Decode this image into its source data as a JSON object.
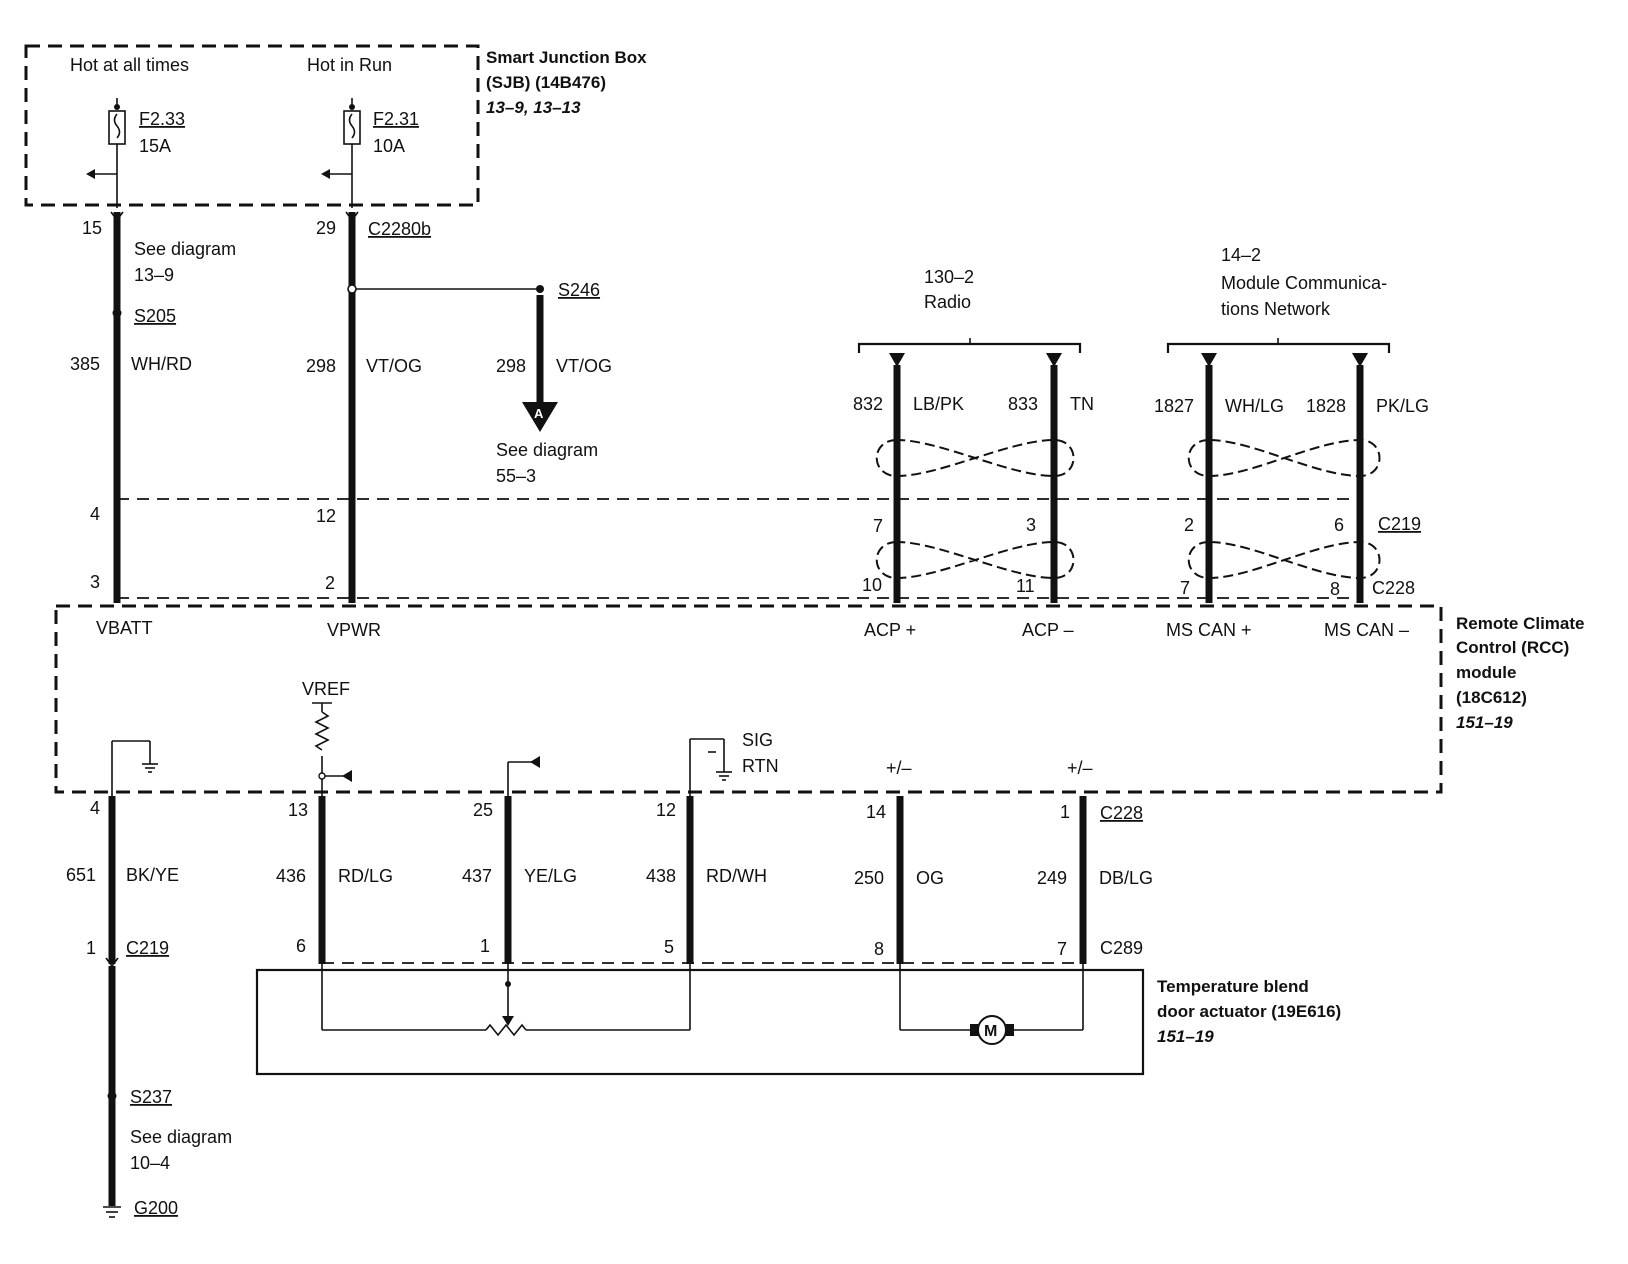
{
  "sjb": {
    "title": "Smart Junction Box",
    "part": "(SJB) (14B476)",
    "refs": "13–9, 13–13",
    "hot_at_all_times": "Hot at all times",
    "hot_in_run": "Hot in Run",
    "fuse1_id": "F2.33",
    "fuse1_rating": "15A",
    "fuse2_id": "F2.31",
    "fuse2_rating": "10A"
  },
  "upper": {
    "pin15": "15",
    "pin29": "29",
    "c2280b": "C2280b",
    "see1": "See diagram",
    "see1_ref": "13–9",
    "s205": "S205",
    "s246": "S246",
    "w385": "385",
    "wh_rd": "WH/RD",
    "w298a": "298",
    "vt_og_a": "VT/OG",
    "w298b": "298",
    "vt_og_b": "VT/OG",
    "conn_a": "A",
    "see2": "See diagram",
    "see2_ref": "55–3",
    "pin4": "4",
    "pin12": "12",
    "pin3": "3",
    "pin2": "2"
  },
  "radio": {
    "ref": "130–2",
    "name": "Radio",
    "w832": "832",
    "lb_pk": "LB/PK",
    "w833": "833",
    "tn": "TN",
    "p7": "7",
    "p3": "3",
    "p10": "10",
    "p11": "11"
  },
  "mcn": {
    "ref": "14–2",
    "name1": "Module Communica-",
    "name2": "tions Network",
    "w1827": "1827",
    "wh_lg": "WH/LG",
    "w1828": "1828",
    "pk_lg": "PK/LG",
    "p2": "2",
    "p6": "6",
    "c219": "C219",
    "p7": "7",
    "p8": "8",
    "c228": "C228"
  },
  "rcc": {
    "title1": "Remote Climate",
    "title2": "Control (RCC)",
    "title3": "module",
    "part": "(18C612)",
    "ref": "151–19",
    "vbatt": "VBATT",
    "vpwr": "VPWR",
    "acp_p": "ACP +",
    "acp_m": "ACP –",
    "ms_p": "MS CAN +",
    "ms_m": "MS CAN –",
    "vref": "VREF",
    "sig": "SIG",
    "rtn": "RTN",
    "pm1": "+/–",
    "pm2": "+/–"
  },
  "lower": {
    "p4": "4",
    "p13": "13",
    "p25": "25",
    "p12": "12",
    "p14": "14",
    "p1": "1",
    "c228": "C228",
    "w651": "651",
    "bk_ye": "BK/YE",
    "w436": "436",
    "rd_lg": "RD/LG",
    "w437": "437",
    "ye_lg": "YE/LG",
    "w438": "438",
    "rd_wh": "RD/WH",
    "w250": "250",
    "og": "OG",
    "w249": "249",
    "db_lg": "DB/LG",
    "q1": "1",
    "c219": "C219",
    "q6": "6",
    "q1b": "1",
    "q5": "5",
    "q8": "8",
    "q7": "7",
    "c289": "C289",
    "s237": "S237",
    "see3": "See diagram",
    "see3_ref": "10–4",
    "g200": "G200",
    "motor": "M"
  },
  "actuator": {
    "title1": "Temperature blend",
    "title2": "door actuator (19E616)",
    "ref": "151–19"
  }
}
